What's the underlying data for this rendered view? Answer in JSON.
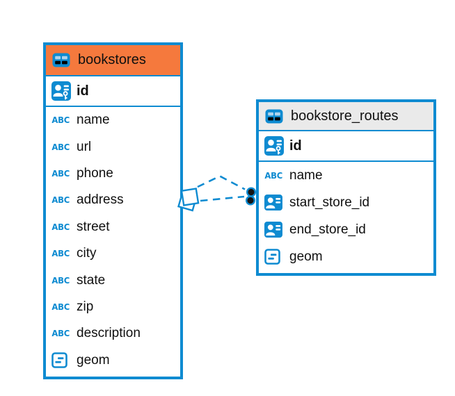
{
  "app": {
    "view": "er-diagram"
  },
  "colors": {
    "accent_blue": "#0E8BD1",
    "bookstores_header": "#F5793D",
    "routes_header": "#EAEAEA",
    "text": "#101010",
    "marker_dot_fill": "#141414",
    "canvas": "#FFFFFF"
  },
  "icons": {
    "abc_glyph": "ABC"
  },
  "tables": {
    "bookstores": {
      "title": "bookstores",
      "header_icon": "table-grid-icon",
      "primary_key": {
        "name": "id",
        "icon": "person-key-icon"
      },
      "fields": [
        {
          "name": "name",
          "type_icon": "abc-text-icon"
        },
        {
          "name": "url",
          "type_icon": "abc-text-icon"
        },
        {
          "name": "phone",
          "type_icon": "abc-text-icon"
        },
        {
          "name": "address",
          "type_icon": "abc-text-icon"
        },
        {
          "name": "street",
          "type_icon": "abc-text-icon"
        },
        {
          "name": "city",
          "type_icon": "abc-text-icon"
        },
        {
          "name": "state",
          "type_icon": "abc-text-icon"
        },
        {
          "name": "zip",
          "type_icon": "abc-text-icon"
        },
        {
          "name": "description",
          "type_icon": "abc-text-icon"
        },
        {
          "name": "geom",
          "type_icon": "geometry-icon"
        }
      ]
    },
    "bookstore_routes": {
      "title": "bookstore_routes",
      "header_icon": "table-grid-icon",
      "primary_key": {
        "name": "id",
        "icon": "person-key-icon"
      },
      "fields": [
        {
          "name": "name",
          "type_icon": "abc-text-icon"
        },
        {
          "name": "start_store_id",
          "type_icon": "person-badge-icon"
        },
        {
          "name": "end_store_id",
          "type_icon": "person-badge-icon"
        },
        {
          "name": "geom",
          "type_icon": "geometry-icon"
        }
      ]
    }
  },
  "relationship": {
    "from": "bookstores",
    "to": "bookstore_routes",
    "line_style": "dashed",
    "line_count": 2,
    "from_marker": "stacked-squares",
    "to_marker": "stacked-dots"
  }
}
